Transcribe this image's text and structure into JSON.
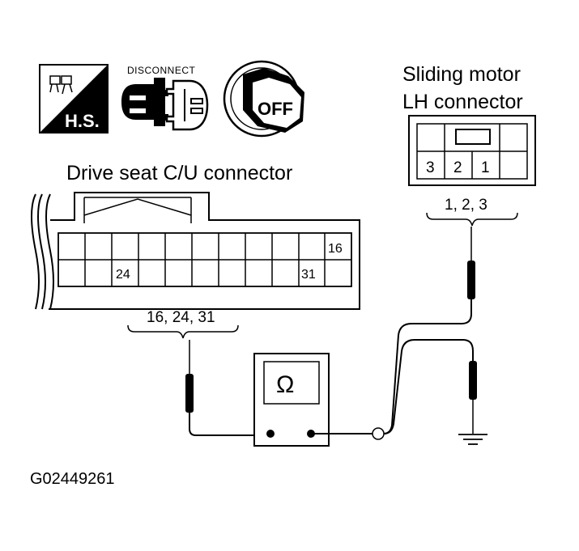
{
  "icons": {
    "hs_label": "H.S.",
    "disconnect_label": "DISCONNECT",
    "ignition_label": "OFF"
  },
  "connectors": {
    "sliding_motor_title_line1": "Sliding motor",
    "sliding_motor_title_line2": "LH connector",
    "sliding_motor_pins": [
      "3",
      "2",
      "1"
    ],
    "sliding_motor_probe_label": "1, 2, 3",
    "drive_seat_title": "Drive seat C/U connector",
    "drive_seat_pin_16": "16",
    "drive_seat_pin_24": "24",
    "drive_seat_pin_31": "31",
    "drive_seat_probe_label": "16, 24, 31"
  },
  "meter": {
    "symbol": "Ω"
  },
  "figure_code": "G02449261"
}
